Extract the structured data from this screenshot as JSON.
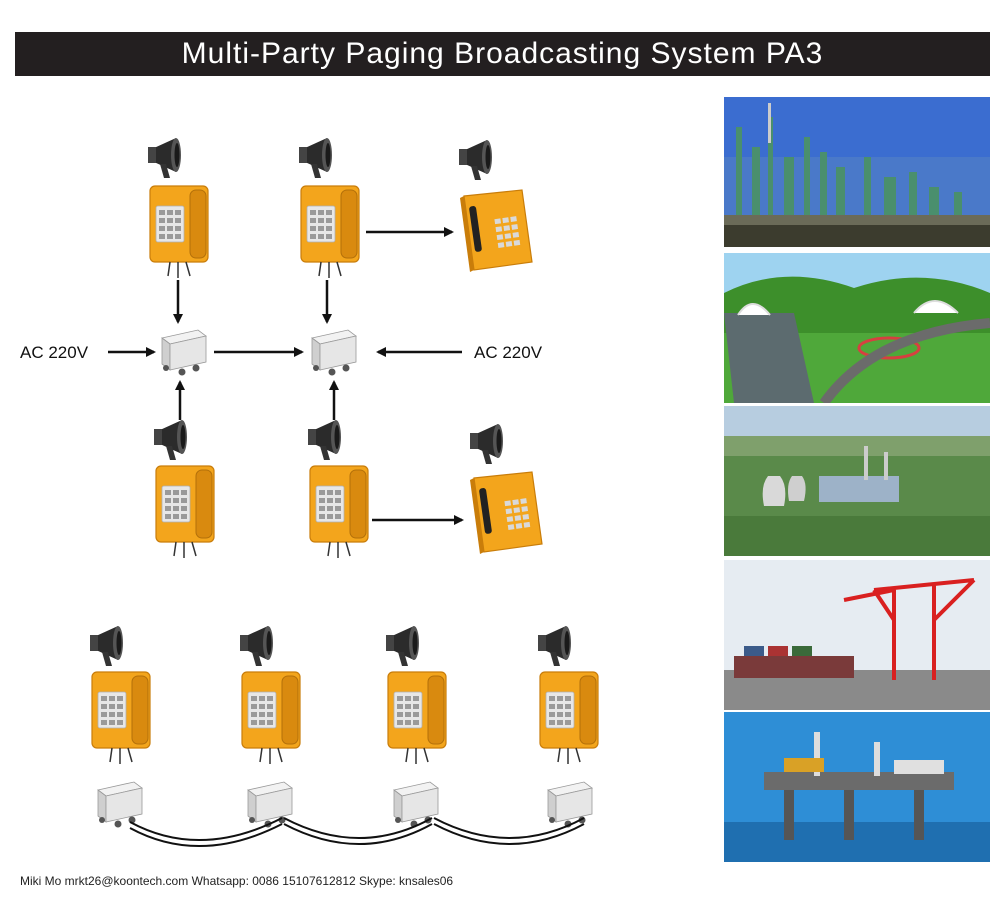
{
  "header": {
    "title": "Multi-Party Paging Broadcasting System PA3"
  },
  "diagram": {
    "power_left": "AC 220V",
    "power_right": "AC 220V"
  },
  "footer": {
    "contact": "Miki Mo mrkt26@koontech.com Whatsapp: 0086 15107612812 Skype: knsales06"
  },
  "colors": {
    "phone_orange": "#f3a51c",
    "phone_dark": "#c97d0a",
    "header_bg": "#231f20",
    "box_grey": "#e6e6e6"
  },
  "photos": [
    {
      "icon": "refinery-photo"
    },
    {
      "icon": "highway-tunnel-photo"
    },
    {
      "icon": "power-plant-photo"
    },
    {
      "icon": "port-crane-photo"
    },
    {
      "icon": "offshore-rig-photo"
    }
  ]
}
